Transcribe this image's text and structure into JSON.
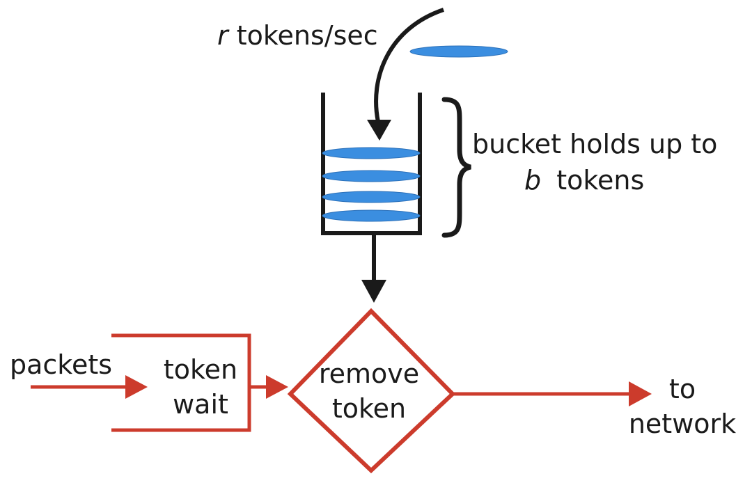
{
  "colors": {
    "black": "#1a1a1a",
    "red": "#cc3b2c",
    "token_blue": "#3b8ee0",
    "token_blue_edge": "#2a6fb8",
    "background": "#ffffff"
  },
  "labels": {
    "rate_var": "r",
    "rate_text": "tokens/sec",
    "bucket_line1": "bucket holds up to",
    "bucket_var": "b",
    "bucket_line2_text": "tokens",
    "packets": "packets",
    "token_wait_1": "token",
    "token_wait_2": "wait",
    "remove_token_1": "remove",
    "remove_token_2": "token",
    "to_network_1": "to",
    "to_network_2": "network"
  },
  "icons": {
    "falling_token": "token-ellipse-icon",
    "bucket_brace": "curly-brace-icon"
  }
}
